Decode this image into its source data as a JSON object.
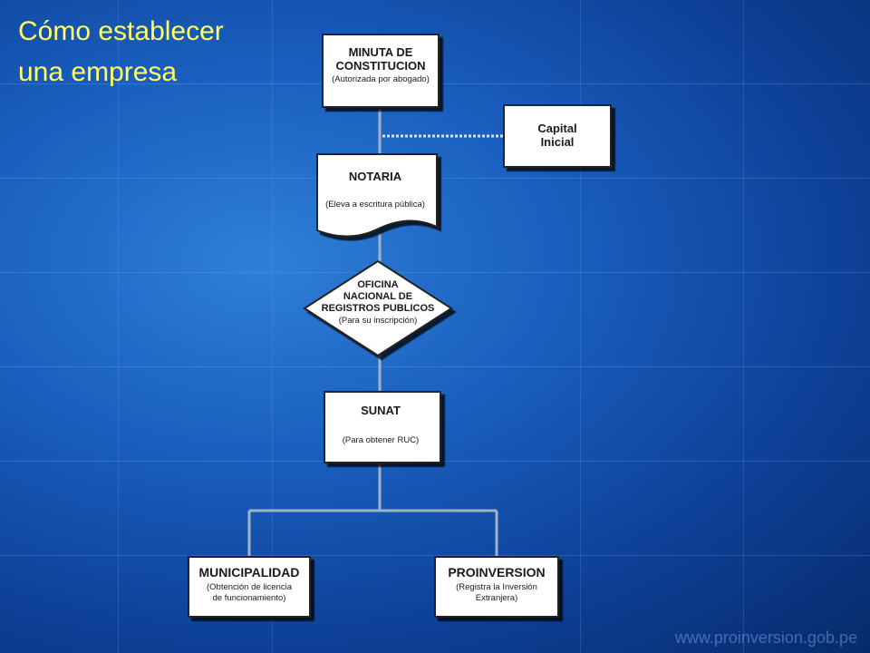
{
  "title": {
    "line1": "Cómo establecer",
    "line2": "una empresa"
  },
  "nodes": {
    "minuta": {
      "title1": "MINUTA DE",
      "title2": "CONSTITUCION",
      "sub": "(Autorizada por abogado)"
    },
    "capital": {
      "title1": "Capital",
      "title2": "Inicial"
    },
    "notaria": {
      "title": "NOTARIA",
      "sub": "(Eleva a escritura pública)"
    },
    "oficina": {
      "line1": "OFICINA",
      "line2": "NACIONAL DE",
      "line3": "REGISTROS PUBLICOS",
      "sub": "(Para su inscripción)"
    },
    "sunat": {
      "title": "SUNAT",
      "sub": "(Para obtener RUC)"
    },
    "municipalidad": {
      "title": "MUNICIPALIDAD",
      "sub1": "(Obtención de licencia",
      "sub2": "de funcionamiento)"
    },
    "proinversion": {
      "title": "PROINVERSION",
      "sub1": "(Registra la Inversión",
      "sub2": "Extranjera)"
    }
  },
  "footer": {
    "website": "www.proinversion.gob.pe"
  },
  "colors": {
    "title": "#ffff66",
    "node_fill": "#ffffff",
    "node_text": "#1a1a1a",
    "connector": "#9fb3c8"
  }
}
